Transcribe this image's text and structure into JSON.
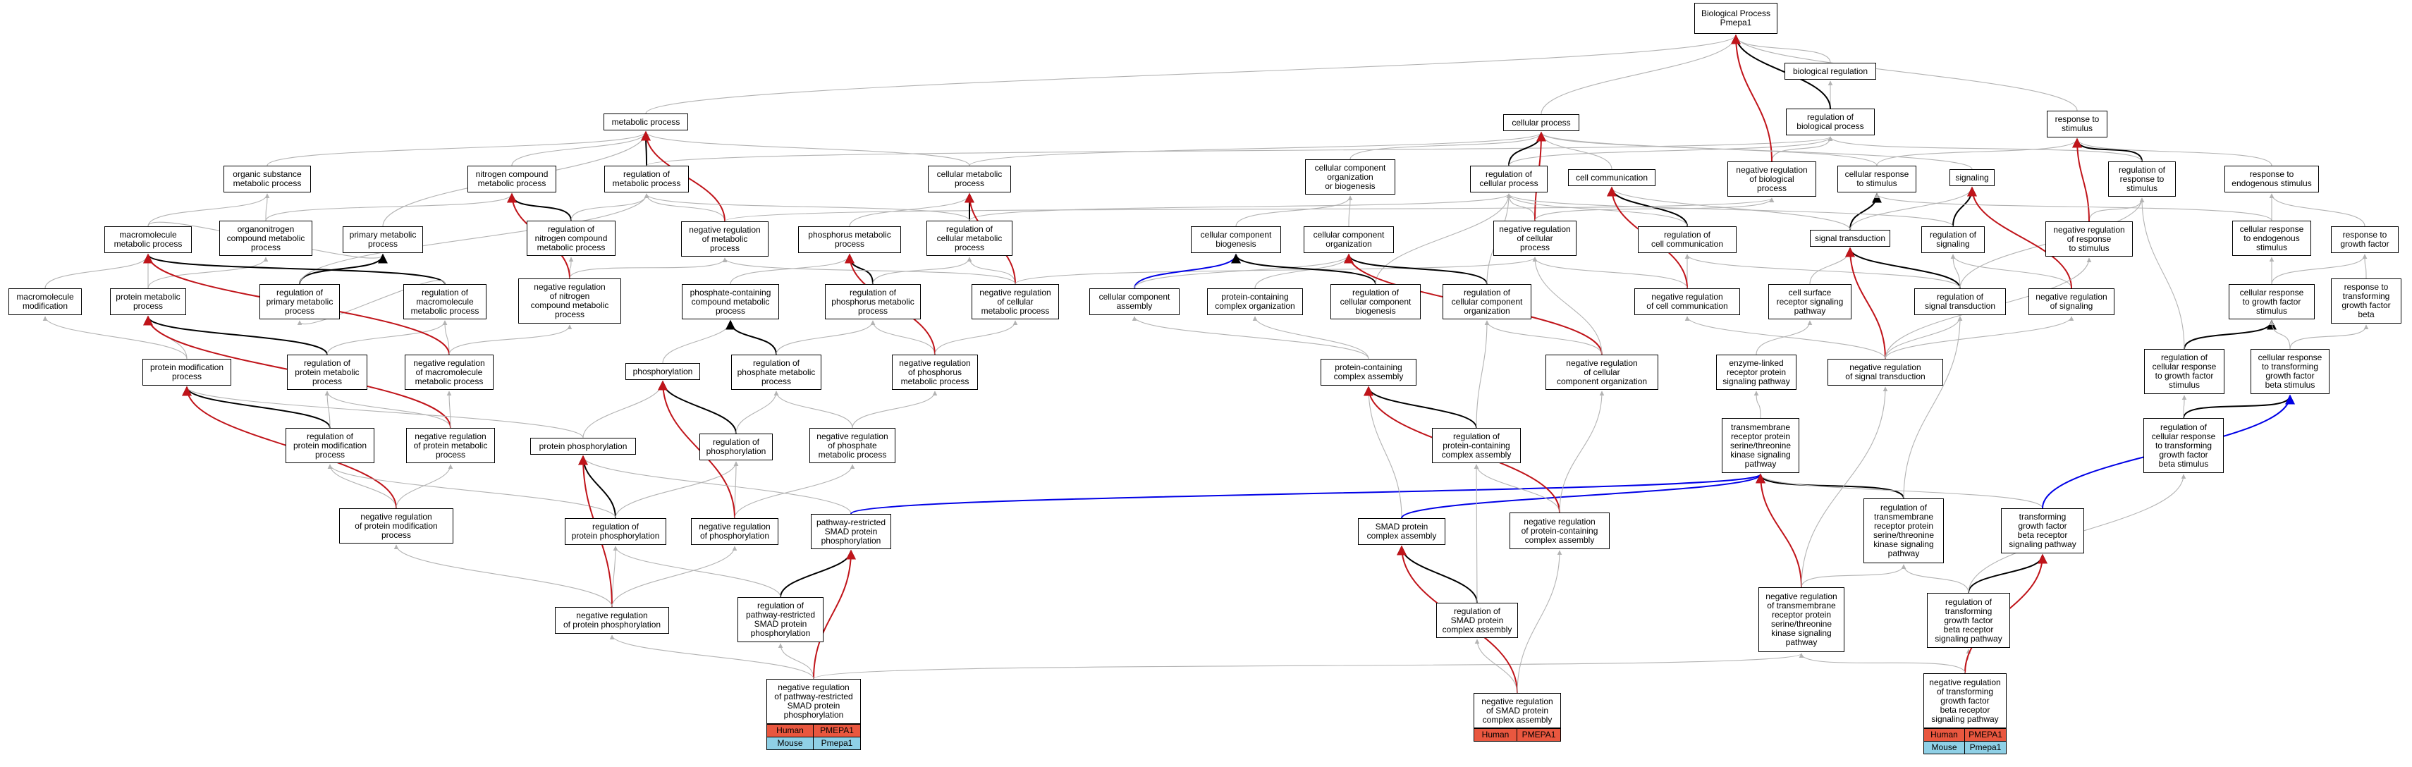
{
  "nodes": {
    "bp": "Biological Process\nPmepa1",
    "bio_reg": "biological regulation",
    "reg_bp": "regulation of\nbiological process",
    "resp_stim": "response to\nstimulus",
    "met_proc": "metabolic process",
    "cell_proc": "cellular process",
    "org_subst": "organic substance\nmetabolic process",
    "nitro": "nitrogen compound\nmetabolic process",
    "reg_met": "regulation of\nmetabolic process",
    "cell_met": "cellular metabolic\nprocess",
    "ccob": "cellular component\norganization\nor biogenesis",
    "reg_cell_proc": "regulation of\ncellular process",
    "cell_comm": "cell communication",
    "neg_reg_bp": "negative regulation\nof biological\nprocess",
    "cell_resp_stim": "cellular response\nto stimulus",
    "signaling": "signaling",
    "reg_resp_stim": "regulation of\nresponse to\nstimulus",
    "resp_endo": "response to\nendogenous stimulus",
    "macro_met": "macromolecule\nmetabolic process",
    "orgnitro": "organonitrogen\ncompound metabolic\nprocess",
    "prim_met": "primary metabolic\nprocess",
    "reg_nitro": "regulation of\nnitrogen compound\nmetabolic process",
    "neg_reg_met": "negative regulation\nof metabolic\nprocess",
    "phosphorus": "phosphorus metabolic\nprocess",
    "reg_cell_met": "regulation of\ncellular metabolic\nprocess",
    "ccb": "cellular component\nbiogenesis",
    "cco": "cellular component\norganization",
    "neg_reg_cell_proc": "negative regulation\nof cellular\nprocess",
    "reg_cell_comm": "regulation of\ncell communication",
    "sig_trans": "signal transduction",
    "reg_signaling": "regulation of\nsignaling",
    "neg_reg_resp": "negative regulation\nof response\nto stimulus",
    "cell_resp_endo": "cellular response\nto endogenous\nstimulus",
    "resp_gf": "response to\ngrowth factor",
    "macro_mod": "macromolecule\nmodification",
    "prot_met": "protein metabolic\nprocess",
    "reg_prim_met": "regulation of\nprimary metabolic\nprocess",
    "reg_macro_met": "regulation of\nmacromolecule\nmetabolic process",
    "neg_reg_nitro": "negative regulation\nof nitrogen\ncompound metabolic\nprocess",
    "phos_cont": "phosphate-containing\ncompound metabolic\nprocess",
    "reg_phosphorus": "regulation of\nphosphorus metabolic\nprocess",
    "neg_reg_cell_met": "negative regulation\nof cellular\nmetabolic process",
    "cc_assembly": "cellular component\nassembly",
    "pc_org": "protein-containing\ncomplex organization",
    "reg_ccb": "regulation of\ncellular component\nbiogenesis",
    "reg_cco": "regulation of\ncellular component\norganization",
    "neg_reg_cell_comm": "negative regulation\nof cell communication",
    "cell_surf": "cell surface\nreceptor signaling\npathway",
    "reg_sig_trans": "regulation of\nsignal transduction",
    "neg_reg_signaling": "negative regulation\nof signaling",
    "cell_resp_gf": "cellular response\nto growth factor\nstimulus",
    "resp_tgfb": "response to\ntransforming\ngrowth factor\nbeta",
    "prot_mod": "protein modification\nprocess",
    "reg_prot_met": "regulation of\nprotein metabolic\nprocess",
    "neg_reg_macro_met": "negative regulation\nof macromolecule\nmetabolic process",
    "phosphorylation": "phosphorylation",
    "reg_phosphate": "regulation of\nphosphate metabolic\nprocess",
    "neg_reg_phosphorus": "negative regulation\nof phosphorus\nmetabolic process",
    "pc_assembly": "protein-containing\ncomplex assembly",
    "neg_reg_cco": "negative regulation\nof cellular\ncomponent organization",
    "enzyme_linked": "enzyme-linked\nreceptor protein\nsignaling pathway",
    "neg_reg_sig_trans": "negative regulation\nof signal transduction",
    "reg_cell_resp_gf": "regulation of\ncellular response\nto growth factor\nstimulus",
    "cell_resp_tgfb": "cellular response\nto transforming\ngrowth factor\nbeta stimulus",
    "reg_prot_mod": "regulation of\nprotein modification\nprocess",
    "neg_reg_prot_met": "negative regulation\nof protein metabolic\nprocess",
    "prot_phos": "protein phosphorylation",
    "reg_phosphorylation": "regulation of\nphosphorylation",
    "neg_reg_phosphate": "negative regulation\nof phosphate\nmetabolic process",
    "reg_pc_assembly": "regulation of\nprotein-containing\ncomplex assembly",
    "tmrsk": "transmembrane\nreceptor protein\nserine/threonine\nkinase signaling\npathway",
    "reg_cell_resp_tgfb": "regulation of\ncellular response\nto transforming\ngrowth factor\nbeta stimulus",
    "neg_reg_prot_mod": "negative regulation\nof protein modification\nprocess",
    "reg_prot_phos": "regulation of\nprotein phosphorylation",
    "neg_reg_phosphorylation": "negative regulation\nof phosphorylation",
    "prsmad": "pathway-restricted\nSMAD protein\nphosphorylation",
    "smad_assembly": "SMAD protein\ncomplex assembly",
    "neg_reg_pc_assembly": "negative regulation\nof protein-containing\ncomplex assembly",
    "reg_tmrsk": "regulation of\ntransmembrane\nreceptor protein\nserine/threonine\nkinase signaling\npathway",
    "tgfb_path": "transforming\ngrowth factor\nbeta receptor\nsignaling pathway",
    "neg_reg_prot_phos": "negative regulation\nof protein phosphorylation",
    "reg_prsmad": "regulation of\npathway-restricted\nSMAD protein\nphosphorylation",
    "reg_smad_assembly": "regulation of\nSMAD protein\ncomplex assembly",
    "neg_reg_tmrsk": "negative regulation\nof transmembrane\nreceptor protein\nserine/threonine\nkinase signaling\npathway",
    "reg_tgfb_path": "regulation of\ntransforming\ngrowth factor\nbeta receptor\nsignaling pathway",
    "neg_reg_prsmad": "negative regulation\nof pathway-restricted\nSMAD protein\nphosphorylation",
    "neg_reg_smad_assembly": "negative regulation\nof SMAD protein\ncomplex assembly",
    "neg_reg_tgfb_path": "negative regulation\nof transforming\ngrowth factor\nbeta receptor\nsignaling pathway"
  },
  "orthologs": {
    "neg_reg_prsmad": [
      [
        "Human",
        "PMEPA1"
      ],
      [
        "Mouse",
        "Pmepa1"
      ]
    ],
    "neg_reg_smad_assembly": [
      [
        "Human",
        "PMEPA1"
      ]
    ],
    "neg_reg_tgfb_path": [
      [
        "Human",
        "PMEPA1"
      ],
      [
        "Mouse",
        "Pmepa1"
      ]
    ]
  },
  "colors": {
    "is_a": "#b3b3b3",
    "part_of": "#000000",
    "regulates": "#000000",
    "negatively_regulates": "#c0141a",
    "positively_regulates": "#0000e6",
    "human": "#e9573f",
    "mouse": "#8fd0e6"
  }
}
